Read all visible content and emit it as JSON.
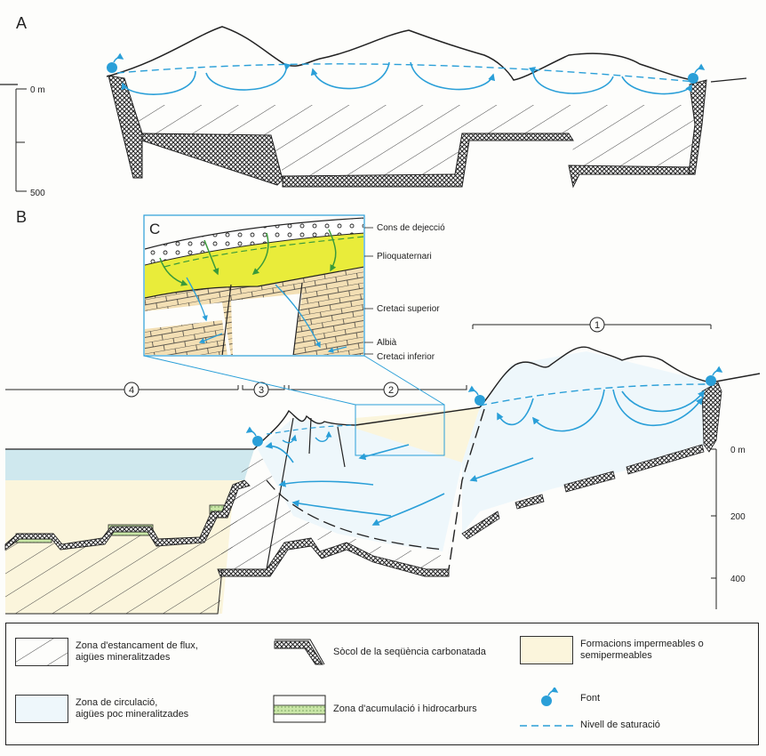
{
  "sections": {
    "a": "A",
    "b": "B",
    "c": "C"
  },
  "depth_scale_a": [
    "0 m",
    "500"
  ],
  "depth_scale_b": [
    "0 m",
    "200",
    "400"
  ],
  "zones": [
    "1",
    "2",
    "3",
    "4"
  ],
  "inset_labels": [
    "Cons de dejecció",
    "Plioquaternari",
    "Cretaci superior",
    "Albià",
    "Cretaci inferior"
  ],
  "legend": {
    "stagnation": "Zona d'estancament de flux,\naigües mineralitzades",
    "circulation": "Zona de circulació,\naigües poc mineralitzades",
    "basement": "Sòcol de la seqüència carbonatada",
    "accumulation": "Zona d'acumulació i hidrocarburs",
    "impermeable": "Formacions impermeables o\nsemipermeables",
    "spring": "Font",
    "water_table": "Nivell de saturació"
  },
  "colors": {
    "water": "#2a9fd8",
    "circulation_fill": "#eef7fb",
    "impermeable_fill": "#fbf5dc",
    "sea": "#cfe8ee",
    "accumulation": "#c9e6a6",
    "yellow": "#e9ec3a",
    "limestone": "#f3dfb4",
    "ink": "#222222"
  },
  "icons": {
    "spring": "spring-drop-icon",
    "flow": "flow-arrow-icon"
  }
}
